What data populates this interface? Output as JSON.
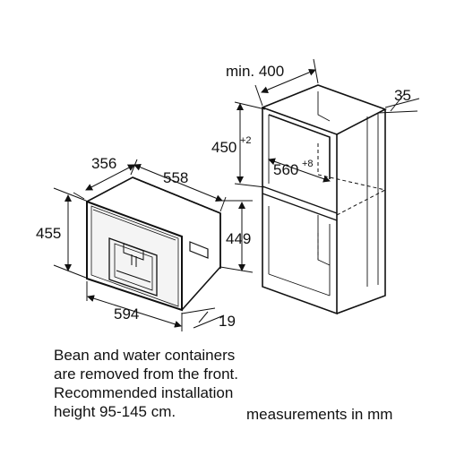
{
  "machine": {
    "depth_label": "356",
    "width_top_label": "558",
    "height_left_label": "455",
    "height_right_label": "449",
    "width_bottom_label": "594",
    "front_offset_label": "19"
  },
  "niche": {
    "min_width_label": "min. 400",
    "side_gap_label": "35",
    "height_label": "450",
    "height_tol": "+2",
    "width_label": "560",
    "width_tol": "+8"
  },
  "notes": [
    "Bean and water containers",
    "are removed from the front.",
    "Recommended installation",
    "height 95-145 cm."
  ],
  "units_note": "measurements in mm"
}
